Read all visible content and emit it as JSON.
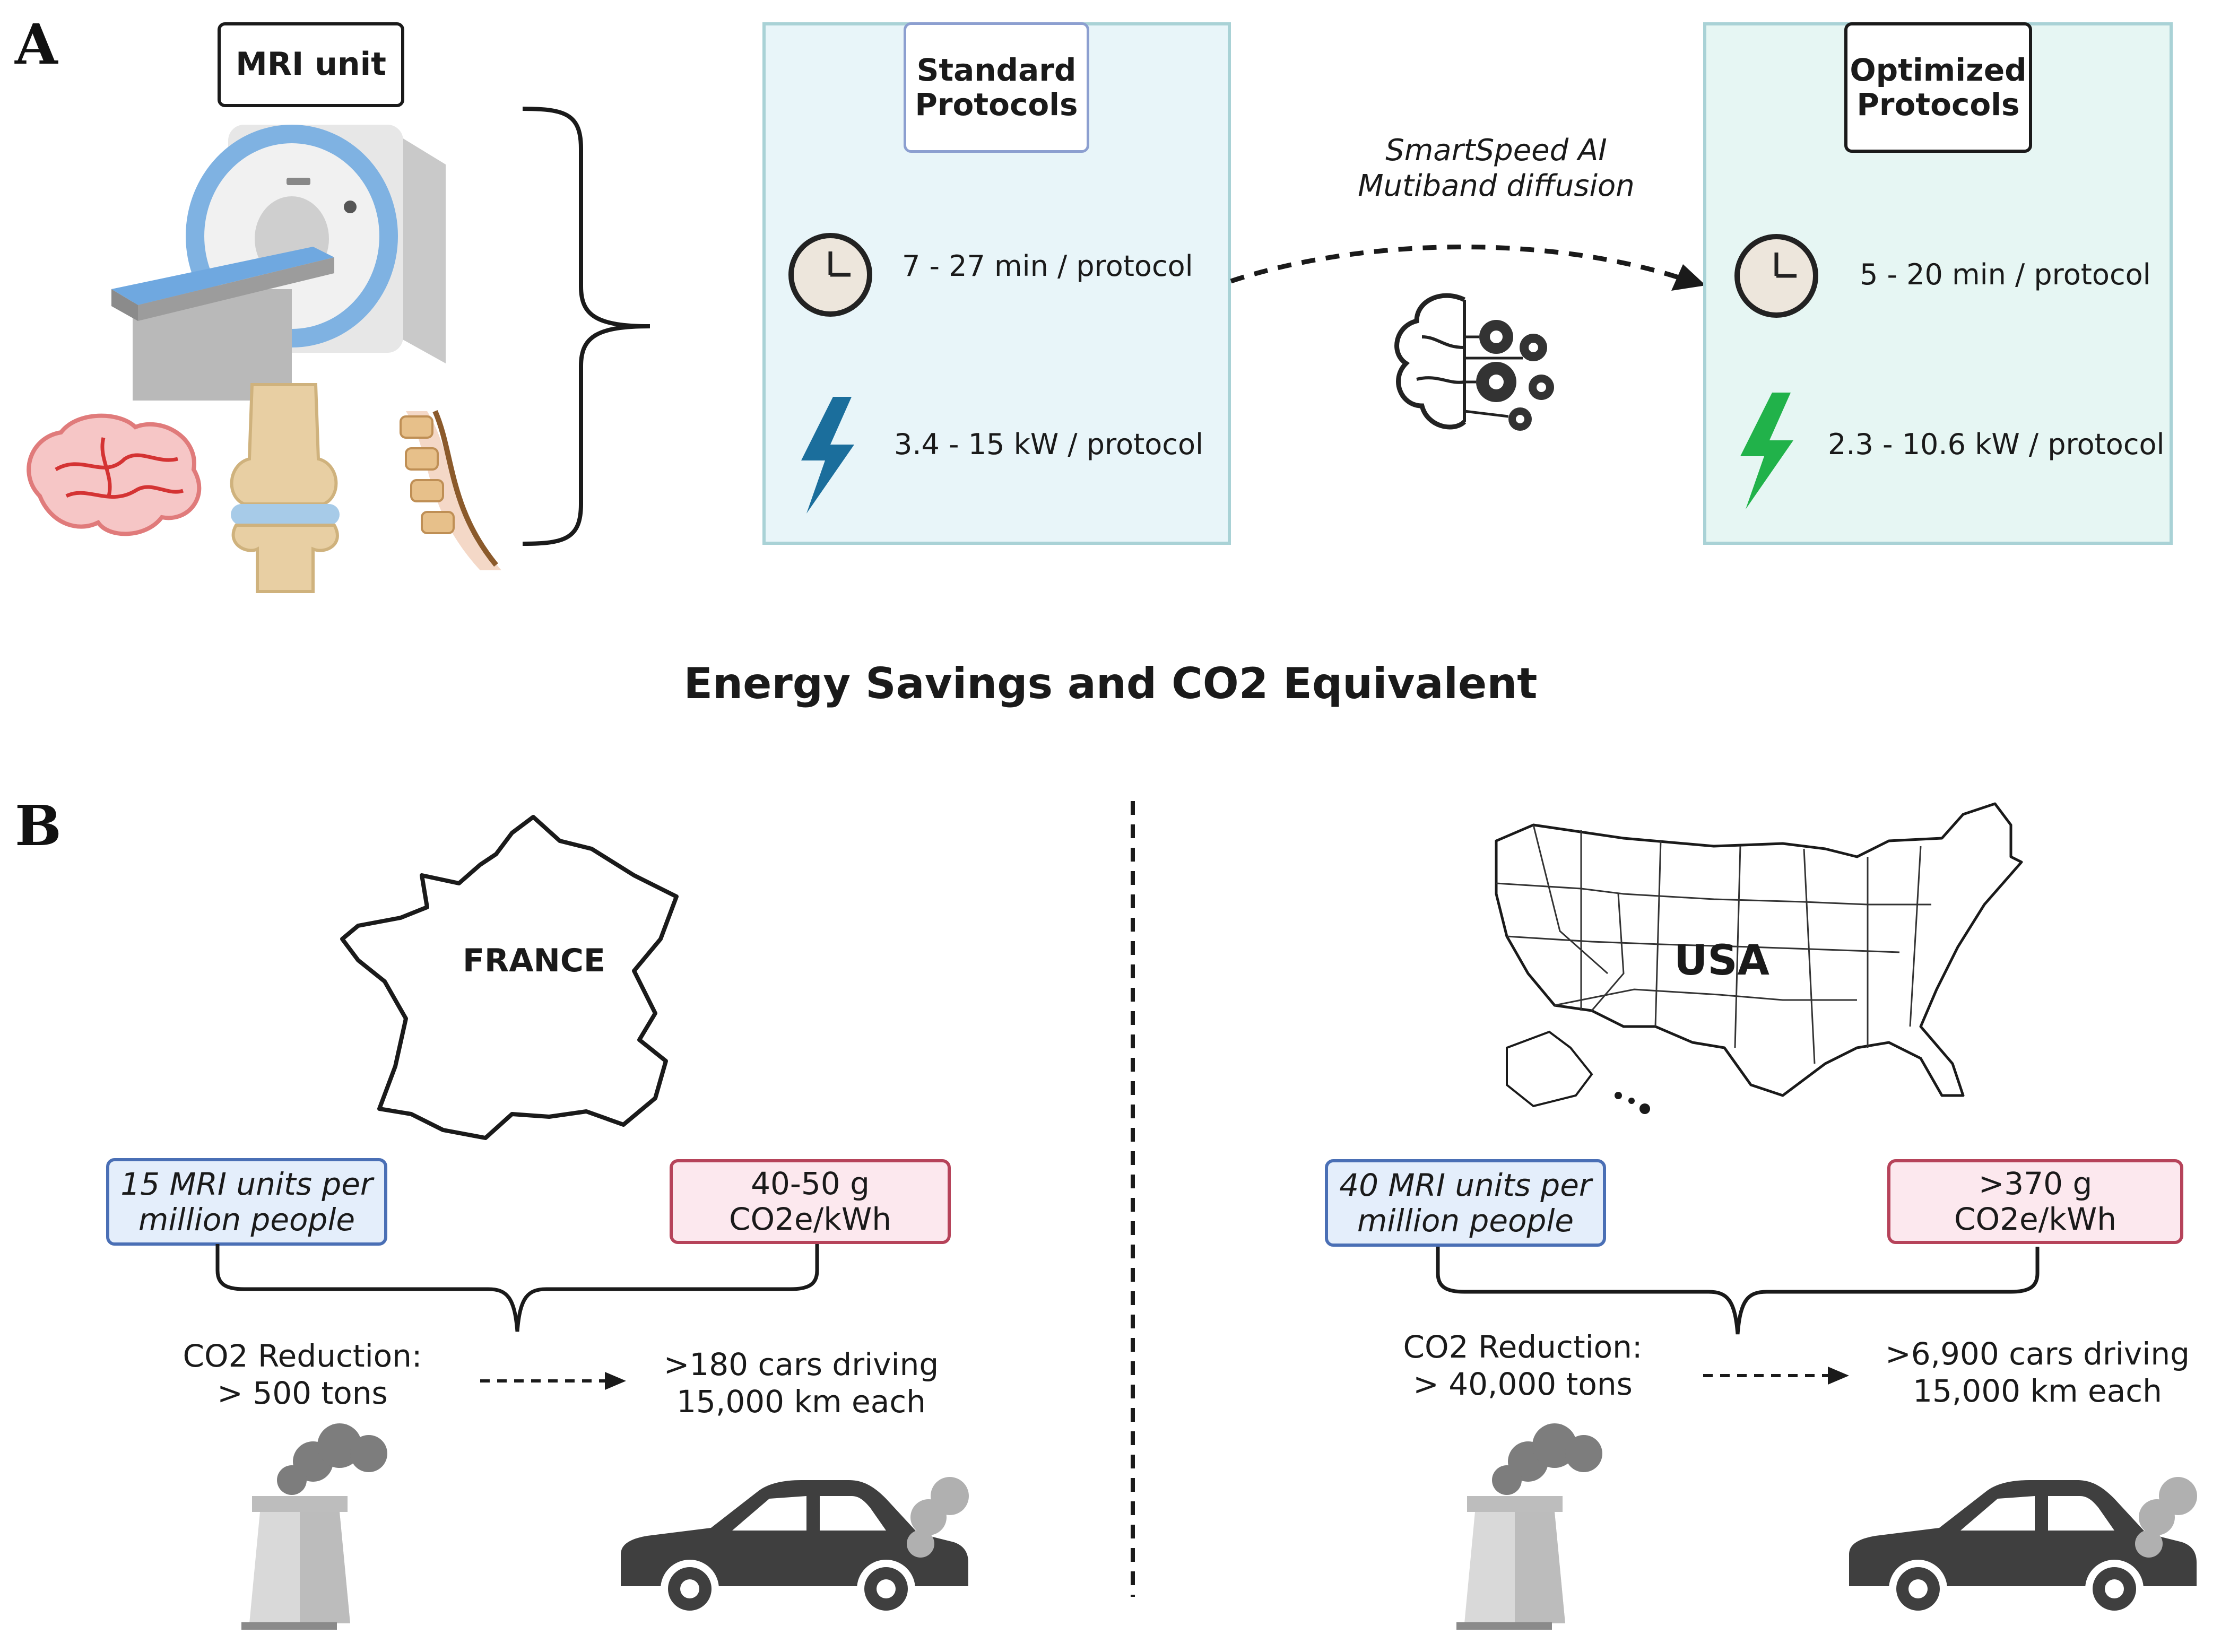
{
  "panel_a": {
    "letter": "A",
    "mri_unit_label": "MRI unit",
    "standard": {
      "title_line1": "Standard",
      "title_line2": "Protocols",
      "time": "7 - 27 min / protocol",
      "energy": "3.4 - 15 kW / protocol"
    },
    "optimized": {
      "title_line1": "Optimized",
      "title_line2": "Protocols",
      "time": "5 - 20 min / protocol",
      "energy": "2.3 - 10.6 kW / protocol"
    },
    "method_line1": "SmartSpeed AI",
    "method_line2": "Mutiband diffusion"
  },
  "heading": "Energy Savings and CO2 Equivalent",
  "panel_b": {
    "letter": "B",
    "france": {
      "name": "FRANCE",
      "units_line1": "15 MRI units per",
      "units_line2": "million people",
      "intensity_line1": "40-50 g",
      "intensity_line2": "CO2e/kWh",
      "reduction_line1": "CO2 Reduction:",
      "reduction_line2": "> 500 tons",
      "cars_line1": ">180 cars driving",
      "cars_line2": "15,000 km each"
    },
    "usa": {
      "name": "USA",
      "units_line1": "40 MRI units per",
      "units_line2": "million people",
      "intensity_line1": ">370 g",
      "intensity_line2": "CO2e/kWh",
      "reduction_line1": "CO2 Reduction:",
      "reduction_line2": "> 40,000 tons",
      "cars_line1": ">6,900 cars driving",
      "cars_line2": "15,000 km each"
    }
  },
  "colors": {
    "panel_border": "#a9d2d6",
    "standard_bg": "#e8f5f9",
    "optimized_bg": "#e6f6f3",
    "bolt_standard": "#1b6e9c",
    "bolt_optimized": "#21b24a",
    "blue_box_border": "#4a6fb5",
    "pink_box_border": "#b6435a"
  },
  "icons": [
    "mri-scanner-icon",
    "brain-icon",
    "knee-joint-icon",
    "spine-icon",
    "clock-icon",
    "lightning-icon",
    "ai-brain-gears-icon",
    "france-map-icon",
    "usa-map-icon",
    "factory-icon",
    "car-icon",
    "smoke-icon"
  ]
}
